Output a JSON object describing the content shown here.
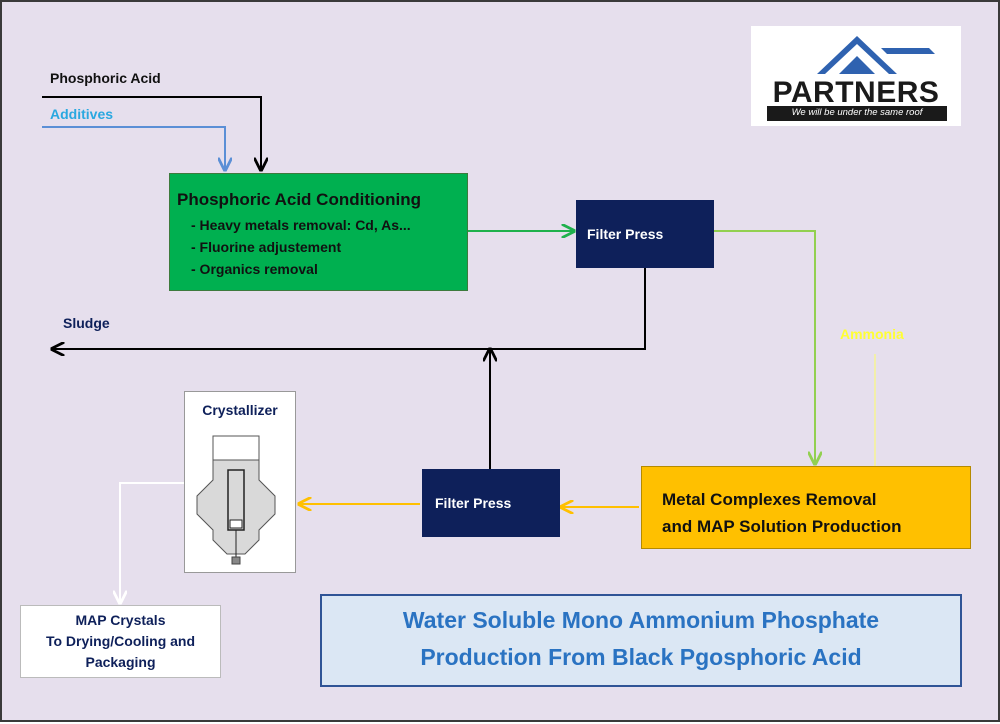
{
  "inputs": {
    "phosphoric_acid": "Phosphoric Acid",
    "additives": "Additives"
  },
  "conditioning": {
    "title": "Phosphoric Acid Conditioning",
    "steps": [
      "- Heavy metals removal: Cd, As...",
      "- Fluorine adjustement",
      "- Organics removal"
    ]
  },
  "filter_press_1": "Filter Press",
  "filter_press_2": "Filter Press",
  "sludge": "Sludge",
  "ammonia": "Ammonia",
  "metal_complexes": {
    "line1": "Metal Complexes Removal",
    "line2": "and MAP Solution Production"
  },
  "crystallizer": "Crystallizer",
  "map_crystals": {
    "line1": "MAP Crystals",
    "line2": "To Drying/Cooling and",
    "line3": "Packaging"
  },
  "title": {
    "line1": "Water Soluble Mono Ammonium Phosphate",
    "line2": "Production From Black Pgosphoric Acid"
  },
  "logo": {
    "name": "PARTNERS",
    "tagline": "We will be under the same roof"
  },
  "colors": {
    "background": "#e6dfed",
    "conditioning_fill": "#00b050",
    "filter_press_fill": "#0e205a",
    "metal_complexes_fill": "#ffc000",
    "additives_text": "#29a8e0",
    "ammonia_text": "#ffff33",
    "green_arrow": "#1fb14c",
    "light_green_arrow": "#92d050",
    "yellow_arrow": "#ffc000",
    "title_text": "#2a73c2"
  }
}
